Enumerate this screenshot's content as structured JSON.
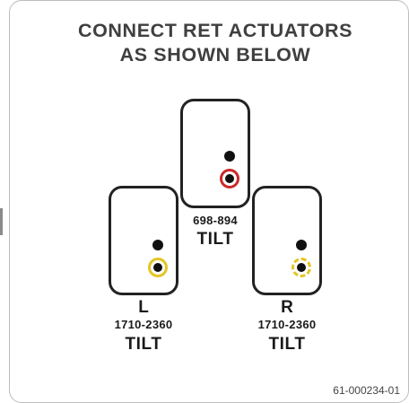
{
  "heading": {
    "line1": "CONNECT RET ACTUATORS",
    "line2": "AS SHOWN BELOW"
  },
  "ports": {
    "center": {
      "range": "698-894",
      "tilt": "TILT",
      "highlight_color": "#cc2a2a"
    },
    "left": {
      "letter": "L",
      "range": "1710-2360",
      "tilt": "TILT",
      "highlight_color": "#e4c522"
    },
    "right": {
      "letter": "R",
      "range": "1710-2360",
      "tilt": "TILT",
      "highlight_color": "#e4c522"
    }
  },
  "part_number": "61-000234-01"
}
